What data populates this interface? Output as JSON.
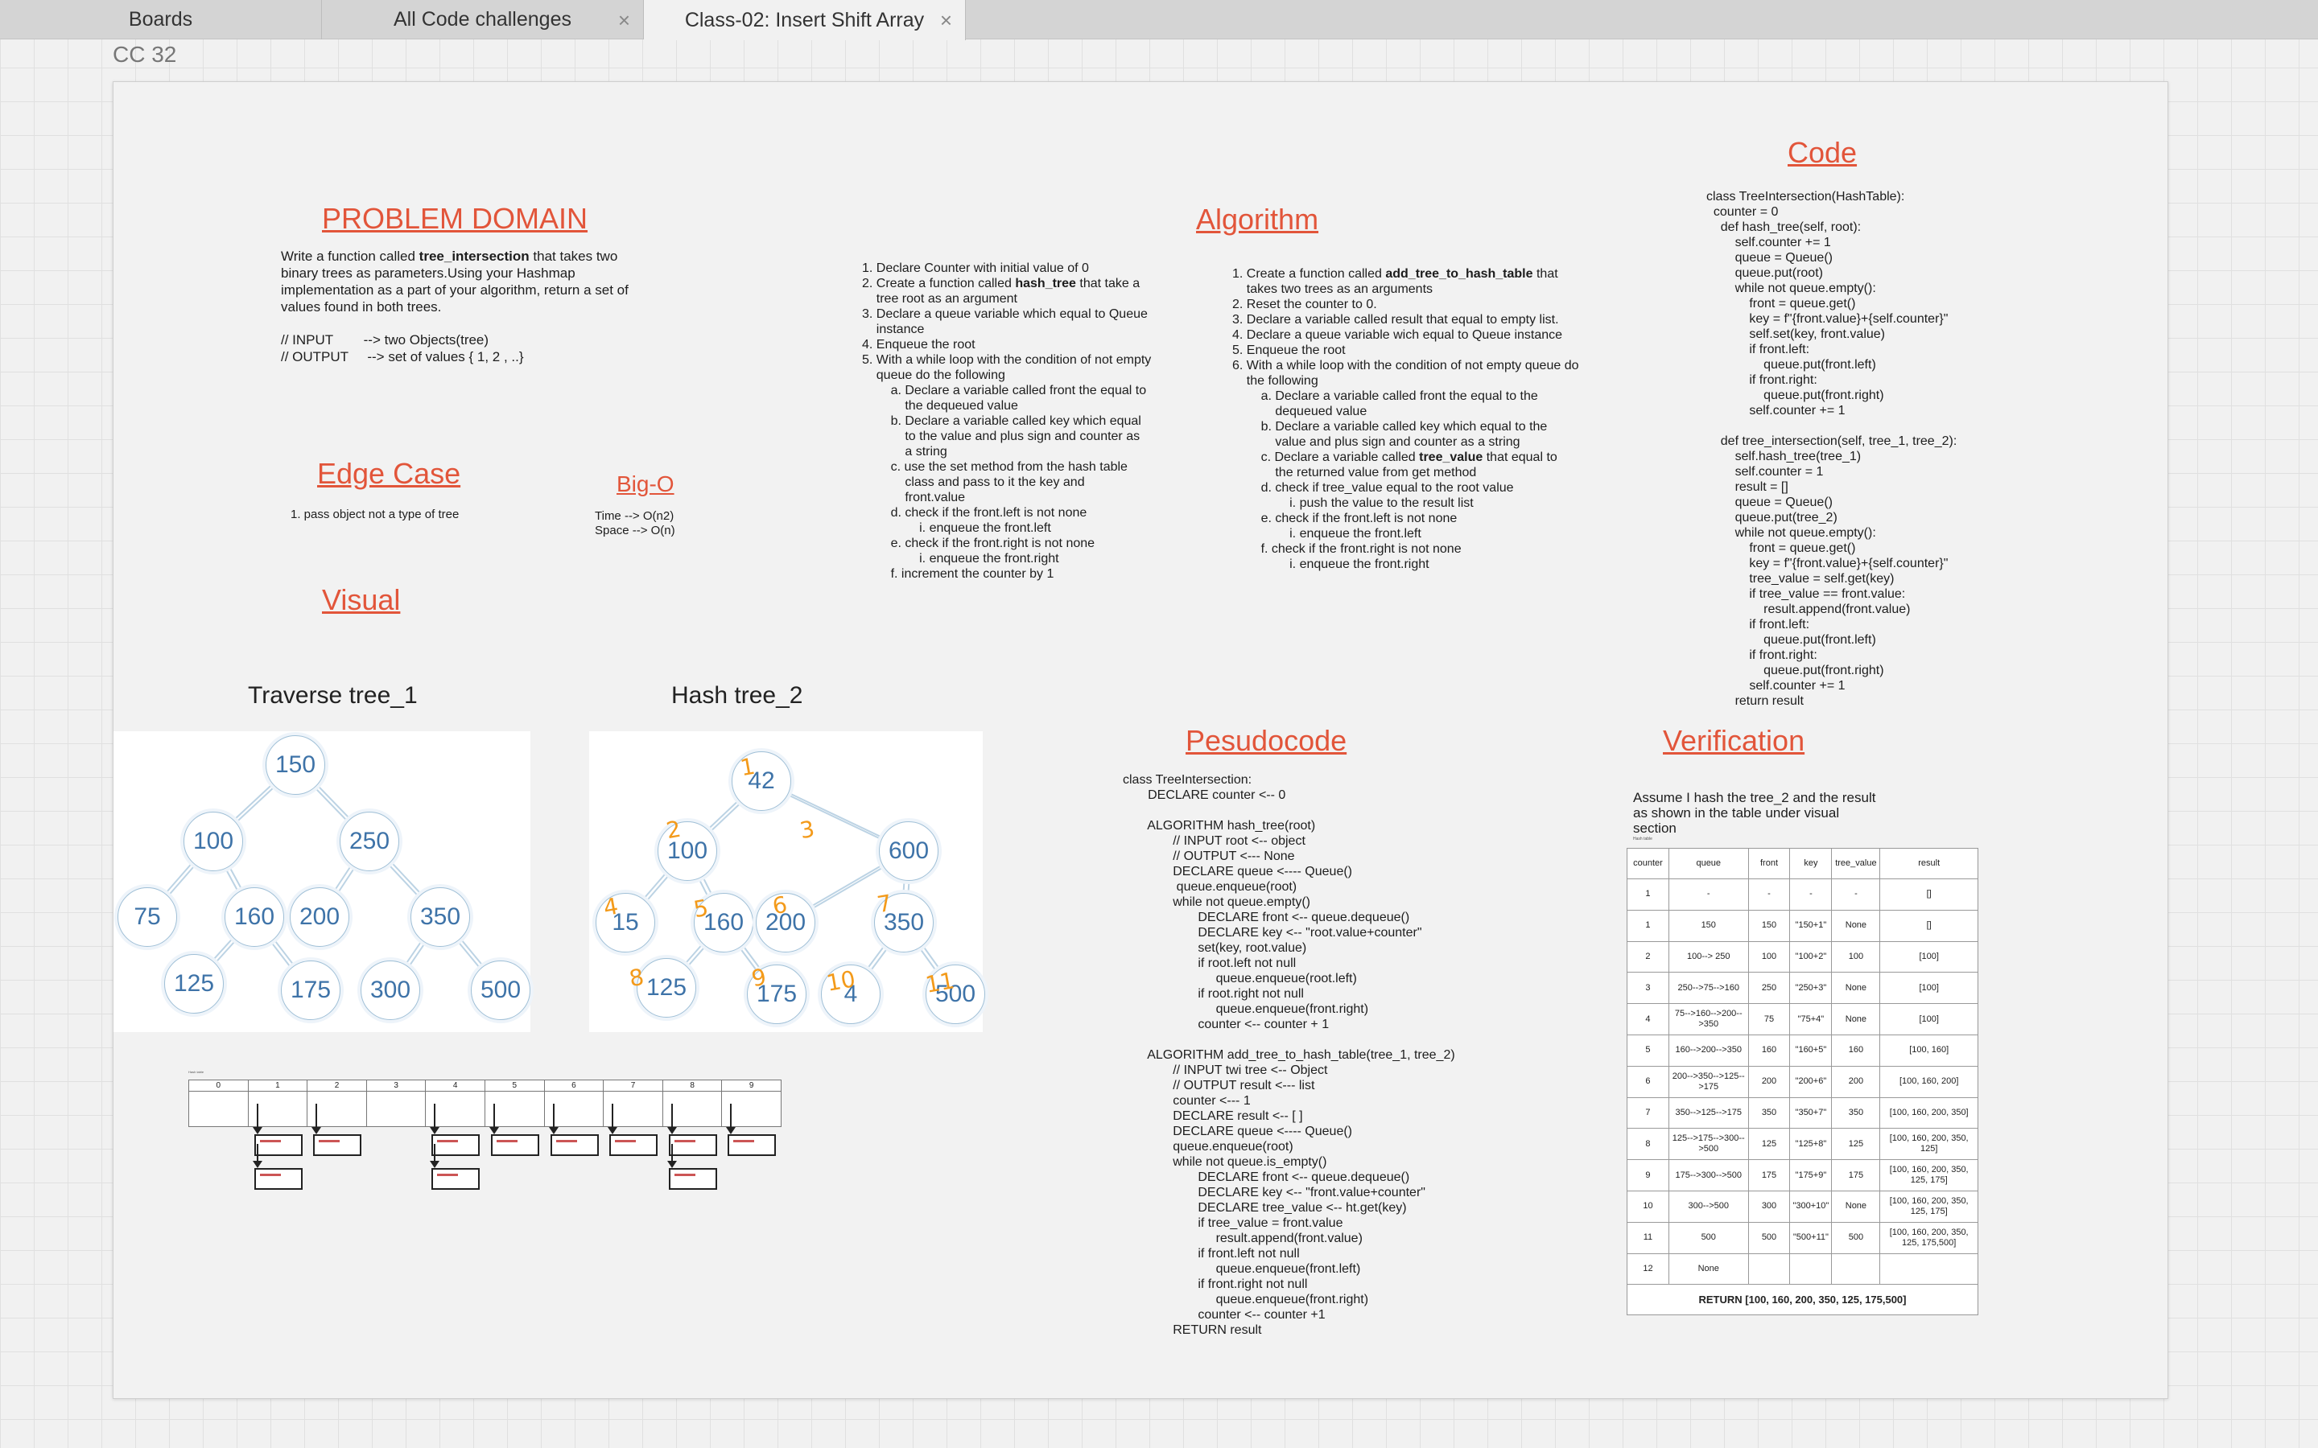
{
  "tabs": [
    {
      "label": "Boards",
      "closable": false,
      "active": false
    },
    {
      "label": "All Code challenges",
      "closable": true,
      "active": false
    },
    {
      "label": "Class-02: Insert Shift Array",
      "closable": true,
      "active": true
    }
  ],
  "board_label": "CC 32",
  "problem": {
    "heading": "PROBLEM DOMAIN",
    "desc_pre": "Write a function called ",
    "desc_bold": "tree_intersection",
    "desc_post": " that takes two",
    "desc_lines": [
      "binary trees as parameters.Using your Hashmap",
      "implementation as a part of your algorithm, return a set of",
      "values found in both trees."
    ],
    "input": "// INPUT        --> two Objects(tree)",
    "output": "// OUTPUT     --> set of values { 1, 2 , ..}"
  },
  "edge": {
    "heading": "Edge Case",
    "item": "1. pass object not a type of tree"
  },
  "bigo": {
    "heading": "Big-O",
    "time": "Time --> O(n2)",
    "space": "Space --> O(n)"
  },
  "visual": {
    "heading": "Visual",
    "tree1_caption": "Traverse tree_1",
    "tree2_caption": "Hash tree_2"
  },
  "tree1": {
    "nodes": [
      "150",
      "100",
      "250",
      "75",
      "160",
      "200",
      "350",
      "125",
      "175",
      "300",
      "500"
    ]
  },
  "tree2": {
    "nodes": [
      "42",
      "100",
      "600",
      "15",
      "160",
      "200",
      "350",
      "125",
      "175",
      "4",
      "500"
    ],
    "marks": [
      "1",
      "2",
      "3",
      "4",
      "5",
      "6",
      "7",
      "8",
      "9",
      "10",
      "11"
    ]
  },
  "hash_grid": {
    "indices": [
      "0",
      "1",
      "2",
      "3",
      "4",
      "5",
      "6",
      "7",
      "8",
      "9"
    ],
    "label": "Hash table"
  },
  "steps1": [
    "1. Declare Counter with initial value of 0",
    "2. Create a function called |hash_tree| that take a",
    "    tree root as an argument",
    "3. Declare a queue variable which equal to Queue",
    "    instance",
    "4. Enqueue the root",
    "5. With a while loop with the condition of not empty",
    "    queue do the following",
    "        a. Declare a variable called front the equal to",
    "            the dequeued value",
    "        b. Declare a variable called key which equal",
    "            to the value and plus sign and counter as",
    "            a string",
    "        c. use the set method from the hash table",
    "            class and pass to it the key and",
    "            front.value",
    "        d. check if the front.left is not none",
    "                i. enqueue the front.left",
    "        e. check if the front.right is not none",
    "                i. enqueue the front.right",
    "        f. increment the counter by 1"
  ],
  "algorithm": {
    "heading": "Algorithm",
    "lines": [
      "1. Create a function called |add_tree_to_hash_table| that",
      "    takes two trees as an arguments",
      "2. Reset the counter to 0.",
      "3. Declare a variable called result that equal to empty list.",
      "4. Declare a queue variable wich equal to Queue instance",
      "5. Enqueue the root",
      "6. With a while loop with the condition of not empty queue do",
      "    the following",
      "        a. Declare a variable called front the equal to the",
      "            dequeued value",
      "        b. Declare a variable called key which equal to the",
      "            value and plus sign and counter as a string",
      "        c. Declare a variable called |tree_value| that equal to",
      "            the returned value from get method",
      "        d. check if tree_value equal to the root value",
      "                i. push the value to the result list",
      "        e. check if the front.left is not none",
      "                i. enqueue the front.left",
      "        f. check if the front.right is not none",
      "                i. enqueue the front.right"
    ]
  },
  "code": {
    "heading": "Code",
    "text": "class TreeIntersection(HashTable):\n  counter = 0\n    def hash_tree(self, root):\n        self.counter += 1\n        queue = Queue()\n        queue.put(root)\n        while not queue.empty():\n            front = queue.get()\n            key = f\"{front.value}+{self.counter}\"\n            self.set(key, front.value)\n            if front.left:\n                queue.put(front.left)\n            if front.right:\n                queue.put(front.right)\n            self.counter += 1\n\n    def tree_intersection(self, tree_1, tree_2):\n        self.hash_tree(tree_1)\n        self.counter = 1\n        result = []\n        queue = Queue()\n        queue.put(tree_2)\n        while not queue.empty():\n            front = queue.get()\n            key = f\"{front.value}+{self.counter}\"\n            tree_value = self.get(key)\n            if tree_value == front.value:\n                result.append(front.value)\n            if front.left:\n                queue.put(front.left)\n            if front.right:\n                queue.put(front.right)\n            self.counter += 1\n        return result"
  },
  "pseudocode": {
    "heading": "Pesudocode",
    "text": "class TreeIntersection:\n       DECLARE counter <-- 0\n\n       ALGORITHM hash_tree(root)\n              // INPUT root <-- object\n              // OUTPUT <--- None\n              DECLARE queue <---- Queue()\n               queue.enqueue(root)\n              while not queue.empty()\n                     DECLARE front <-- queue.dequeue()\n                     DECLARE key <-- \"root.value+counter\"\n                     set(key, root.value)\n                     if root.left not null\n                          queue.enqueue(root.left)\n                     if root.right not null\n                          queue.enqueue(front.right)\n                     counter <-- counter + 1\n\n       ALGORITHM add_tree_to_hash_table(tree_1, tree_2)\n              // INPUT twi tree <-- Object\n              // OUTPUT result <--- list\n              counter <--- 1\n              DECLARE result <-- [ ]\n              DECLARE queue <---- Queue()\n              queue.enqueue(root)\n              while not queue.is_empty()\n                     DECLARE front <-- queue.dequeue()\n                     DECLARE key <-- \"front.value+counter\"\n                     DECLARE tree_value <-- ht.get(key)\n                     if tree_value = front.value\n                          result.append(front.value)\n                     if front.left not null\n                          queue.enqueue(front.left)\n                     if front.right not null\n                          queue.enqueue(front.right)\n                     counter <-- counter +1\n              RETURN result"
  },
  "verification": {
    "heading": "Verification",
    "intro": [
      "Assume I hash the tree_2 and the result",
      "as shown in the table under visual",
      "section"
    ],
    "small_label": "Hash table",
    "columns": [
      "counter",
      "queue",
      "front",
      "key",
      "tree_value",
      "result"
    ],
    "rows": [
      [
        "1",
        "-",
        "-",
        "-",
        "-",
        "[]"
      ],
      [
        "1",
        "150",
        "150",
        "\"150+1\"",
        "None",
        "[]"
      ],
      [
        "2",
        "100--> 250",
        "100",
        "\"100+2\"",
        "100",
        "[100]"
      ],
      [
        "3",
        "250-->75-->160",
        "250",
        "\"250+3\"",
        "None",
        "[100]"
      ],
      [
        "4",
        "75-->160-->200-->350",
        "75",
        "\"75+4\"",
        "None",
        "[100]"
      ],
      [
        "5",
        "160-->200-->350",
        "160",
        "\"160+5\"",
        "160",
        "[100, 160]"
      ],
      [
        "6",
        "200-->350-->125-->175",
        "200",
        "\"200+6\"",
        "200",
        "[100, 160, 200]"
      ],
      [
        "7",
        "350-->125-->175",
        "350",
        "\"350+7\"",
        "350",
        "[100, 160, 200, 350]"
      ],
      [
        "8",
        "125-->175-->300-->500",
        "125",
        "\"125+8\"",
        "125",
        "[100, 160, 200, 350, 125]"
      ],
      [
        "9",
        "175-->300-->500",
        "175",
        "\"175+9\"",
        "175",
        "[100, 160, 200, 350, 125, 175]"
      ],
      [
        "10",
        "300-->500",
        "300",
        "\"300+10\"",
        "None",
        "[100, 160, 200, 350, 125, 175]"
      ],
      [
        "11",
        "500",
        "500",
        "\"500+11\"",
        "500",
        "[100, 160, 200, 350, 125, 175,500]"
      ],
      [
        "12",
        "None",
        "",
        "",
        "",
        ""
      ]
    ],
    "return": "RETURN [100, 160, 200, 350, 125, 175,500]"
  },
  "colors": {
    "heading": "#e2553a",
    "node_text": "#3e73a8",
    "annotation": "#f39a1a"
  }
}
